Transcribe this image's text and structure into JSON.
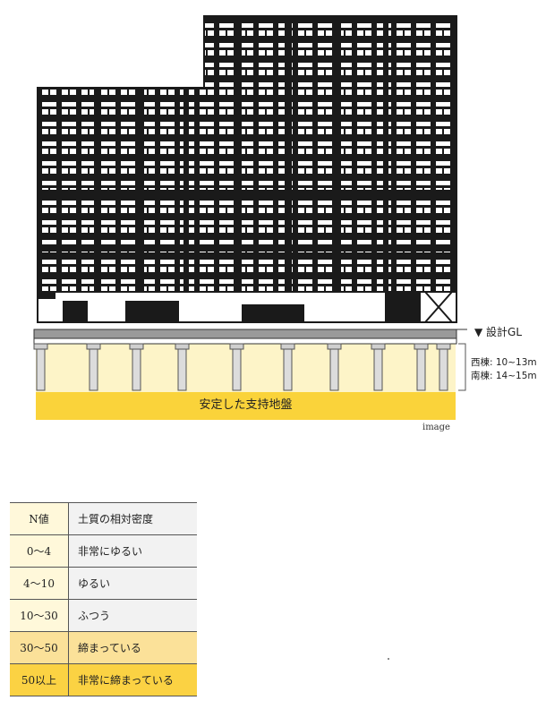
{
  "diagram": {
    "gl_label": "▼ 設計GL",
    "depth_west": "西棟: 10~13m",
    "depth_south": "南棟: 14~15m",
    "bearing_layer": "安定した支持地盤",
    "image_note": "image",
    "colors": {
      "bearing": "#fad33a",
      "soil": "#fdf4c8",
      "building": "#1a1a1a"
    }
  },
  "table": {
    "header": [
      "N値",
      "土質の相対密度"
    ],
    "rows": [
      [
        "0～4",
        "非常にゆるい"
      ],
      [
        "4～10",
        "ゆるい"
      ],
      [
        "10～30",
        "ふつう"
      ],
      [
        "30～50",
        "締まっている"
      ],
      [
        "50以上",
        "非常に締まっている"
      ]
    ]
  }
}
